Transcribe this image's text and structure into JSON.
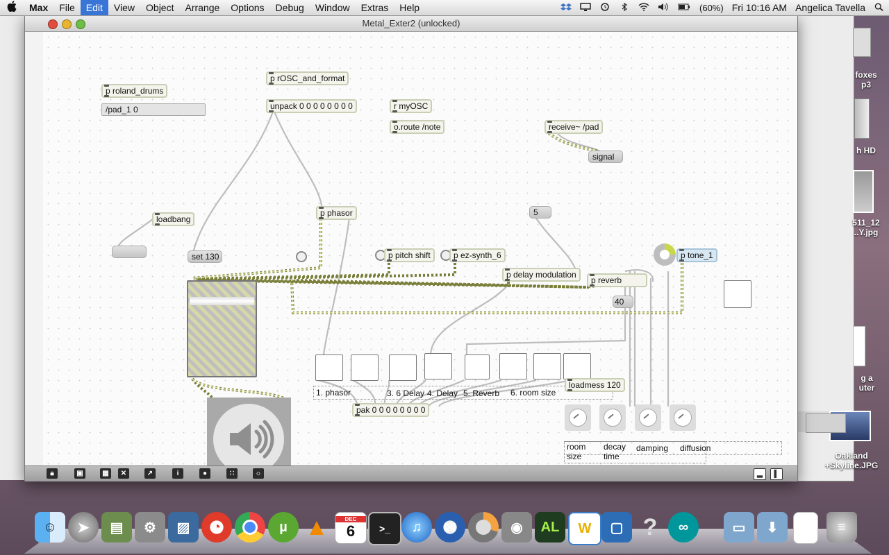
{
  "menubar": {
    "apple": "",
    "items": [
      "Max",
      "File",
      "Edit",
      "View",
      "Object",
      "Arrange",
      "Options",
      "Debug",
      "Window",
      "Extras",
      "Help"
    ],
    "active_index": 2,
    "battery": "(60%)",
    "clock": "Fri 10:16 AM",
    "user": "Angelica Tavella"
  },
  "window": {
    "title": "Metal_Exter2 (unlocked)"
  },
  "patch": {
    "objects": {
      "roland": "p roland_drums",
      "rosc": "p rOSC_and_format",
      "unpack": "unpack 0 0 0 0 0 0 0 0",
      "myosc": "r myOSC",
      "oroute": "o.route /note",
      "receive": "receive~ /pad",
      "signal": "signal",
      "loadbang": "loadbang",
      "phasor": "p phasor",
      "pitchshift": "p pitch shift",
      "ezsynth": "p ez-synth_6",
      "delaymod": "p delay modulation",
      "reverb": "p reverb",
      "tone": "p tone_1",
      "pak": "pak 0 0 0 0 0 0 0 0",
      "loadmess": "loadmess 120"
    },
    "messages": {
      "pad": "/pad_1 0",
      "set130": "set 130",
      "five": "5",
      "num40": "40"
    },
    "comments": {
      "c1": "1. phasor",
      "c3": "3. 6 Delay",
      "c4": "4. Delay",
      "c5": "5. Reverb",
      "c6": "6. room size",
      "room_size": "room size",
      "decay_time": "decay time",
      "damping": "damping",
      "diffusion": "diffusion"
    }
  },
  "desktop": {
    "items": [
      {
        "label": "foxes\np3"
      },
      {
        "label": "h HD"
      },
      {
        "label": "511_12\n..Y.jpg"
      },
      {
        "label": "g a\nuter"
      },
      {
        "label": "Oakland\n+Skyline.JPG"
      }
    ]
  },
  "dock": {
    "calendar_day": "6",
    "calendar_month": "DEC"
  },
  "colors": {
    "accent": "#3875d7",
    "signal_wire": "#c8cf8a",
    "object_border": "#c8cfb4"
  }
}
